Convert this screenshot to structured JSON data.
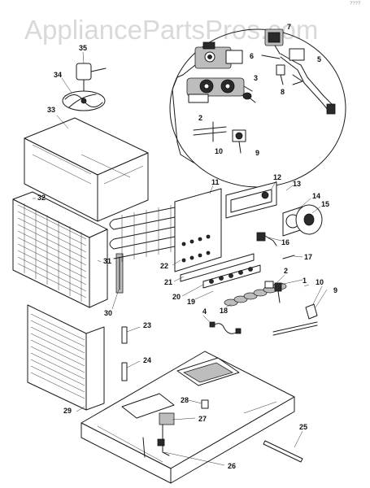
{
  "watermark": "AppliancePartsPros.com",
  "corner_text": "????",
  "callouts": {
    "c1": "1",
    "c2": "2",
    "c3": "3",
    "c5": "5",
    "c6": "6",
    "c7": "7",
    "c8": "8",
    "c9": "9",
    "c10": "10",
    "c11": "11",
    "c12": "12",
    "c13": "13",
    "c14": "14",
    "c15": "15",
    "c16": "16",
    "c17": "17",
    "c18": "18",
    "c19": "19",
    "c20": "20",
    "c21": "21",
    "c22": "22",
    "c23": "23",
    "c24": "24",
    "c25": "25",
    "c26": "26",
    "c27": "27",
    "c28": "28",
    "c29": "29",
    "c30": "30",
    "c31": "31",
    "c32": "32",
    "c33": "33",
    "c34": "34",
    "c35": "35"
  }
}
